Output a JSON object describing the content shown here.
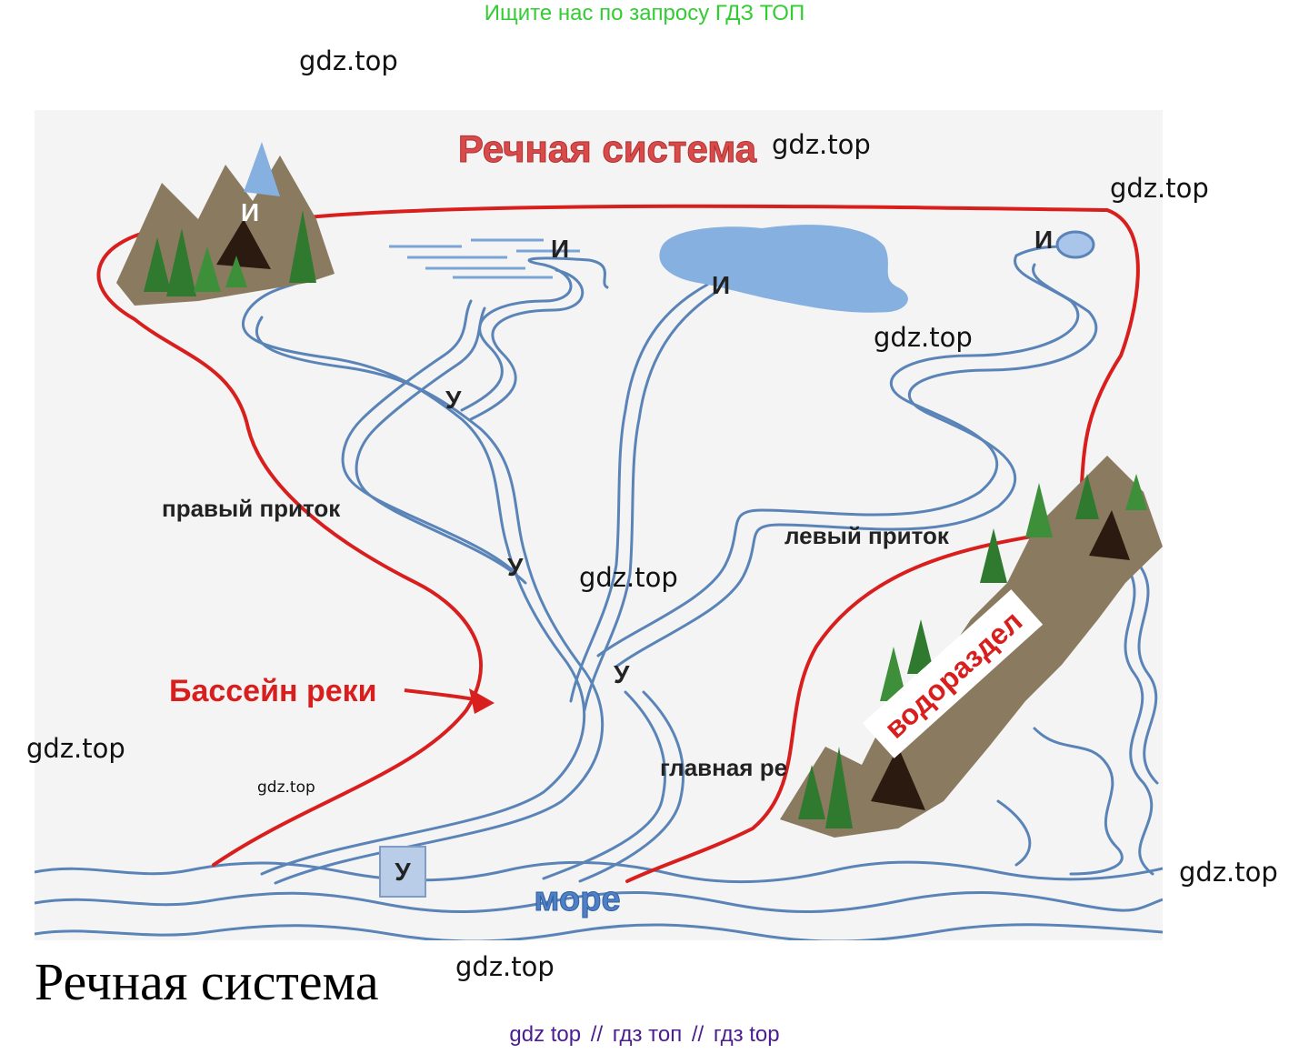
{
  "banner": "Ищите нас по запросу ГДЗ ТОП",
  "watermarks": [
    "gdz.top",
    "gdz.top",
    "gdz.top",
    "gdz.top",
    "gdz.top",
    "gdz.top",
    "gdz.top",
    "gdz.top",
    "gdz.top"
  ],
  "diagram": {
    "title": "Речная система",
    "labels": {
      "right_tributary": "правый приток",
      "left_tributary": "левый приток",
      "basin": "Бассейн реки",
      "main_river": "главная ре",
      "sea": "море",
      "watershed": "водораздел",
      "source": "И",
      "mouth": "У"
    },
    "colors": {
      "river": "#5a84b8",
      "watershed": "#d91e1e",
      "water_fill": "#86b0e0",
      "background": "#f4f4f4"
    }
  },
  "caption": "Речная система",
  "footer": {
    "part1": "gdz top",
    "sep": "//",
    "part2": "гдз топ",
    "part3": "гдз top"
  }
}
